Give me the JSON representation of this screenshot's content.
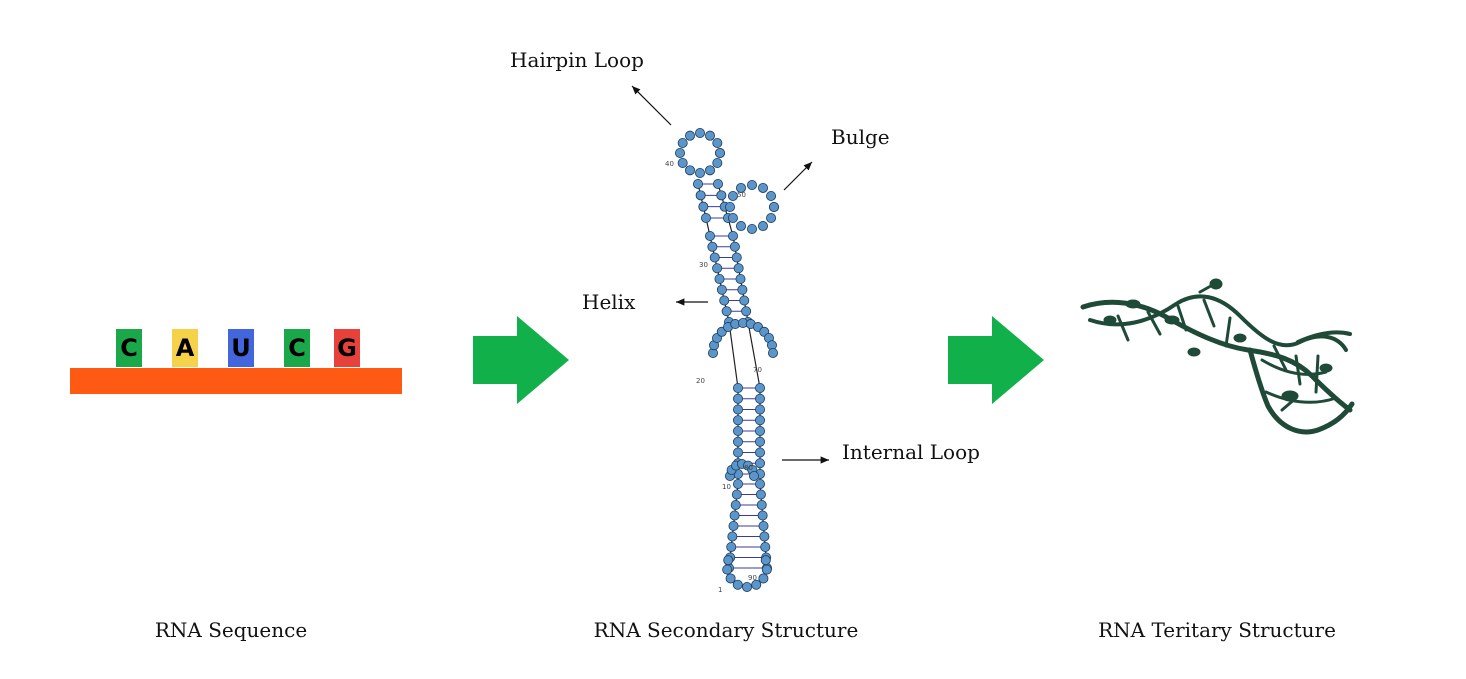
{
  "sequence": {
    "bases": [
      {
        "letter": "C",
        "color": "#1aa84a"
      },
      {
        "letter": "A",
        "color": "#f6d24a"
      },
      {
        "letter": "U",
        "color": "#4466dd"
      },
      {
        "letter": "C",
        "color": "#1aa84a"
      },
      {
        "letter": "G",
        "color": "#e8413c"
      }
    ],
    "strand_color": "#ff5a14"
  },
  "secondary_structure": {
    "labels": {
      "hairpin_loop": "Hairpin Loop",
      "bulge": "Bulge",
      "helix": "Helix",
      "internal_loop": "Internal Loop"
    },
    "position_numbers": [
      "1",
      "10",
      "20",
      "30",
      "40",
      "50",
      "70",
      "80",
      "90"
    ],
    "node_color": "#5b95c9",
    "pair_color": "#3a3aa0"
  },
  "captions": {
    "sequence": "RNA Sequence",
    "secondary": "RNA Secondary Structure",
    "tertiary": "RNA Teritary Structure"
  },
  "colors": {
    "arrow": "#12b04a",
    "tertiary": "#1f4a38"
  }
}
